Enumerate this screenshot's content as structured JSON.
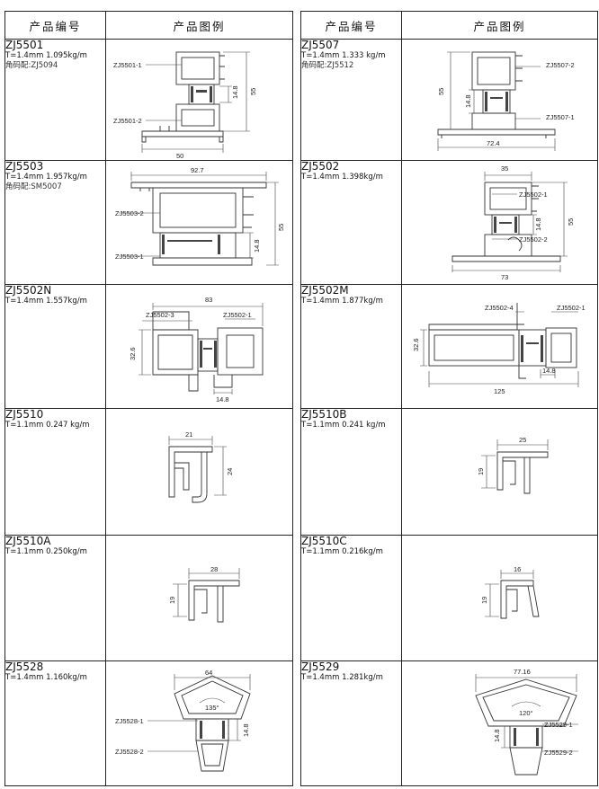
{
  "header": {
    "col_code": "产品编号",
    "col_figure": "产品图例"
  },
  "left": [
    {
      "code": "ZJ5501",
      "spec": "T=1.4mm  1.095kg/m",
      "fit_label": "角码配:",
      "fit_value": "ZJ5094",
      "labels": [
        "ZJ5501-1",
        "ZJ5501-2"
      ],
      "dims": [
        "55",
        "14.8",
        "50"
      ]
    },
    {
      "code": "ZJ5503",
      "spec": "T=1.4mm  1.957kg/m",
      "fit_label": "角码配:",
      "fit_value": "SM5007",
      "labels": [
        "ZJ5503-2",
        "ZJ5503-1"
      ],
      "dims": [
        "92.7",
        "55",
        "14.8"
      ]
    },
    {
      "code": "ZJ5502N",
      "spec": "T=1.4mm  1.557kg/m",
      "labels": [
        "ZJ5502-3",
        "ZJ5502-1"
      ],
      "dims": [
        "83",
        "32.6",
        "14.8"
      ]
    },
    {
      "code": "ZJ5510",
      "spec": "T=1.1mm  0.247 kg/m",
      "dims": [
        "21",
        "24"
      ]
    },
    {
      "code": "ZJ5510A",
      "spec": "T=1.1mm  0.250kg/m",
      "dims": [
        "28",
        "19"
      ]
    },
    {
      "code": "ZJ5528",
      "spec": "T=1.4mm  1.160kg/m",
      "labels": [
        "ZJ5528-1",
        "ZJ5528-2"
      ],
      "dims": [
        "64",
        "135°",
        "14.8"
      ]
    }
  ],
  "right": [
    {
      "code": "ZJ5507",
      "spec": "T=1.4mm  1.333 kg/m",
      "fit_label": "角码配:",
      "fit_value": "ZJ5512",
      "labels": [
        "ZJ5507-2",
        "ZJ5507-1"
      ],
      "dims": [
        "55",
        "14.8",
        "72.4"
      ]
    },
    {
      "code": "ZJ5502",
      "spec": "T=1.4mm  1.398kg/m",
      "labels": [
        "ZJ5502-1",
        "ZJ5502-2"
      ],
      "dims": [
        "35",
        "55",
        "14.8",
        "73"
      ]
    },
    {
      "code": "ZJ5502M",
      "spec": "T=1.4mm  1.877kg/m",
      "labels": [
        "ZJ5502-4",
        "ZJ5502-1"
      ],
      "dims": [
        "32.6",
        "14.8",
        "125"
      ]
    },
    {
      "code": "ZJ5510B",
      "spec": "T=1.1mm  0.241 kg/m",
      "dims": [
        "25",
        "19"
      ]
    },
    {
      "code": "ZJ5510C",
      "spec": "T=1.1mm  0.216kg/m",
      "dims": [
        "16",
        "19"
      ]
    },
    {
      "code": "ZJ5529",
      "spec": "T=1.4mm  1.281kg/m",
      "labels": [
        "ZJ5529-1",
        "ZJ5529-2"
      ],
      "dims": [
        "77.16",
        "120°",
        "14.8"
      ]
    }
  ]
}
